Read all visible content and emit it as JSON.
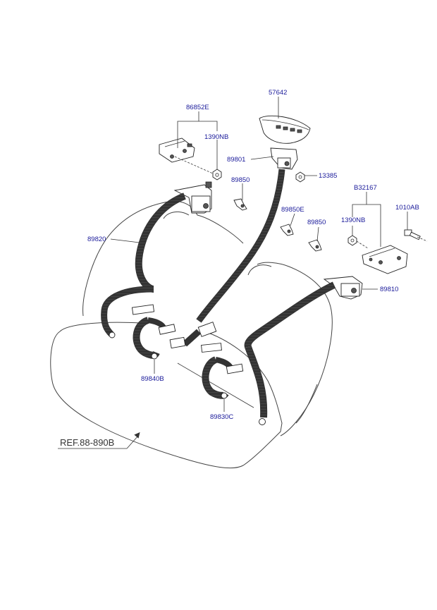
{
  "labels": {
    "p57642": "57642",
    "p86852E": "86852E",
    "p1390NB_top": "1390NB",
    "p89801": "89801",
    "p13385": "13385",
    "p89850_a": "89850",
    "p89850E": "89850E",
    "p89850_b": "89850",
    "pB32167": "B32167",
    "p1010AB": "1010AB",
    "p1390NB_right": "1390NB",
    "p89820": "89820",
    "p89810": "89810",
    "p89840B": "89840B",
    "p89830C": "89830C"
  },
  "reference": "REF.88-890B"
}
